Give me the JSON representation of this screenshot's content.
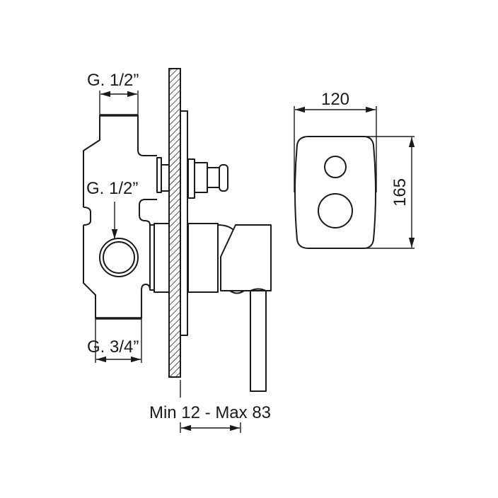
{
  "labels": {
    "top_inlet": "G. 1/2”",
    "side_inlet": "G. 1/2”",
    "bottom_outlet": "G. 3/4”",
    "wall_depth": "Min 12 - Max 83",
    "plate_width": "120",
    "plate_height": "165"
  },
  "colors": {
    "line": "#1a1a1a",
    "background": "#ffffff"
  }
}
